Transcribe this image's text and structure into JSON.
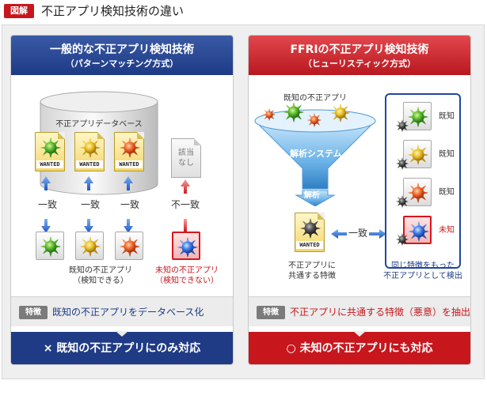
{
  "header": {
    "badge": "図解",
    "title": "不正アプリ検知技術の違い"
  },
  "left": {
    "title": "一般的な不正アプリ検知技術",
    "subtitle": "（パターンマッチング方式）",
    "database_label": "不正アプリデータベース",
    "wanted_label": "WANTED",
    "match_label": "一致",
    "nomatch_label": "不一致",
    "none_doc": [
      "該当",
      "なし"
    ],
    "known_caption": [
      "既知の不正アプリ",
      "（検知できる）"
    ],
    "unknown_caption": [
      "未知の不正アプリ",
      "（検知できない）"
    ],
    "feature_tag": "特徴",
    "feature_text": "既知の不正アプリをデータベース化",
    "footer": "× 既知の不正アプリにのみ対応"
  },
  "right": {
    "title": "FFRIの不正アプリ検知技術",
    "subtitle": "（ヒューリスティック方式）",
    "known_apps_label": "既知の不正アプリ",
    "funnel_label": "解析システム",
    "analysis_label": "解析",
    "match_label": "一致",
    "wanted_label": "WANTED",
    "common_caption": [
      "不正アプリに",
      "共通する特徴"
    ],
    "detect_caption": [
      "同じ特徴をもった",
      "不正アプリとして検出"
    ],
    "known_label": "既知",
    "unknown_label": "未知",
    "feature_tag": "特徴",
    "feature_text": "不正アプリに共通する特徴（悪意）を抽出",
    "footer": "○ 未知の不正アプリにも対応"
  },
  "colors": {
    "left_accent": "#1d3a85",
    "right_accent": "#c8161d",
    "virus_green": "#3aa33a",
    "virus_yellow": "#e0b020",
    "virus_orange": "#e8562a",
    "virus_blue": "#2e66d8",
    "virus_dark": "#555555"
  }
}
